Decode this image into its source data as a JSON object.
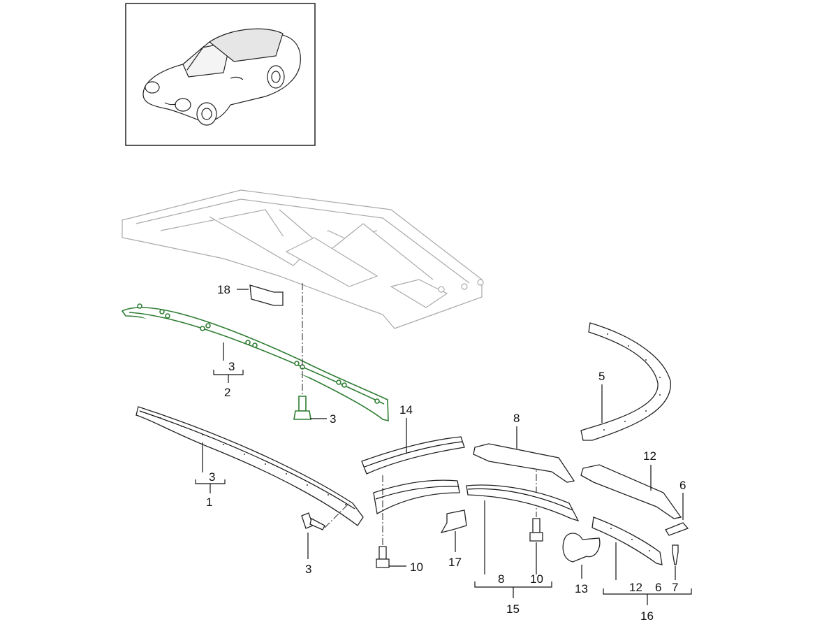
{
  "diagram": {
    "callouts": {
      "c1": "1",
      "c2": "2",
      "c3a": "3",
      "c3b": "3",
      "c3c": "3",
      "c3d": "3",
      "c5": "5",
      "c6a": "6",
      "c6b": "6",
      "c7": "7",
      "c8a": "8",
      "c8b": "8",
      "c10a": "10",
      "c10b": "10",
      "c12a": "12",
      "c12b": "12",
      "c13": "13",
      "c14": "14",
      "c15": "15",
      "c16": "16",
      "c17": "17",
      "c18": "18"
    },
    "highlight_color": "#2e7d32",
    "inset": {
      "icon": "convertible-car-illustration"
    }
  }
}
